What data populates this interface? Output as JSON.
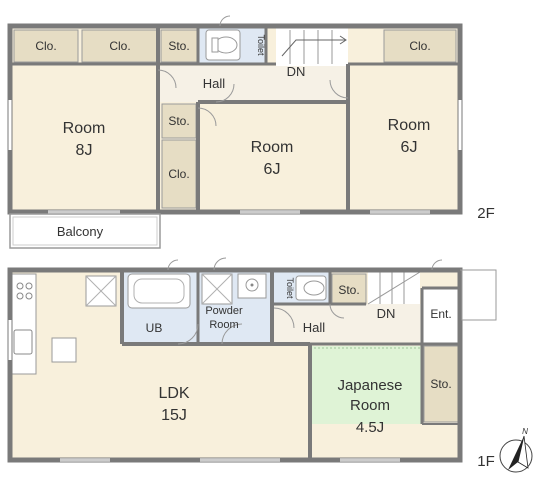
{
  "floors": {
    "second": {
      "floor_label": "2F",
      "rooms": [
        {
          "name": "Room",
          "size": "8J"
        },
        {
          "name": "Room",
          "size": "6J"
        },
        {
          "name": "Room",
          "size": "6J"
        }
      ],
      "closet_labels": [
        "Clo.",
        "Clo.",
        "Clo.",
        "Clo."
      ],
      "storage_labels": [
        "Sto.",
        "Sto."
      ],
      "hall": "Hall",
      "stair_down": "DN",
      "toilet": "Toilet",
      "balcony": "Balcony"
    },
    "first": {
      "floor_label": "1F",
      "ldk": {
        "name": "LDK",
        "size": "15J"
      },
      "japanese_room": {
        "name_line1": "Japanese",
        "name_line2": "Room",
        "size": "4.5J"
      },
      "unit_bath": "UB",
      "powder_room_line1": "Powder",
      "powder_room_line2": "Room",
      "toilet": "Toilet",
      "storage_labels": [
        "Sto.",
        "Sto."
      ],
      "hall": "Hall",
      "stair_down": "DN",
      "entrance": "Ent.",
      "compass": "N"
    }
  },
  "colors": {
    "wall": "#7a7a7a",
    "room_floor": "#f8f0dc",
    "closet": "#e6ddc4",
    "wet_area": "#dfe8f3",
    "tatami": "#dff3d6",
    "exterior": "#ffffff"
  }
}
